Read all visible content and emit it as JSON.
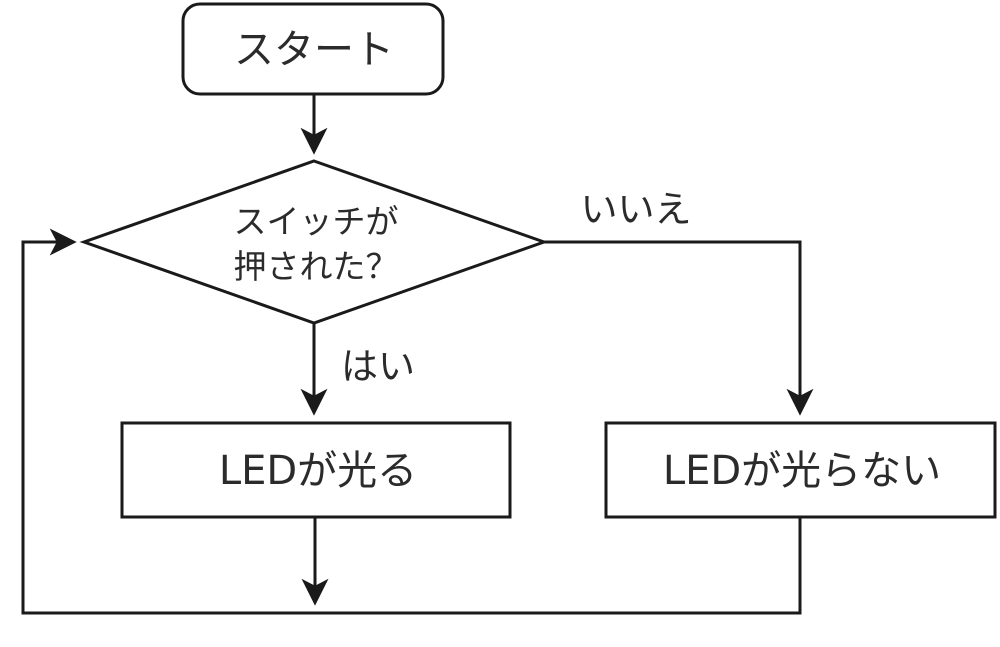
{
  "flowchart": {
    "kind": "flowchart",
    "nodes": {
      "start": {
        "shape": "rounded-rect",
        "label": "スタート"
      },
      "decision": {
        "shape": "diamond",
        "label_lines": [
          "スイッチが",
          "押された？"
        ]
      },
      "led_on": {
        "shape": "rect",
        "label": "LEDが光る"
      },
      "led_off": {
        "shape": "rect",
        "label": "LEDが光らない"
      }
    },
    "edge_labels": {
      "yes": "はい",
      "no": "いいえ"
    },
    "colors": {
      "line": "#1a1a1a",
      "text": "#2b2b2b",
      "background": "#ffffff"
    }
  }
}
